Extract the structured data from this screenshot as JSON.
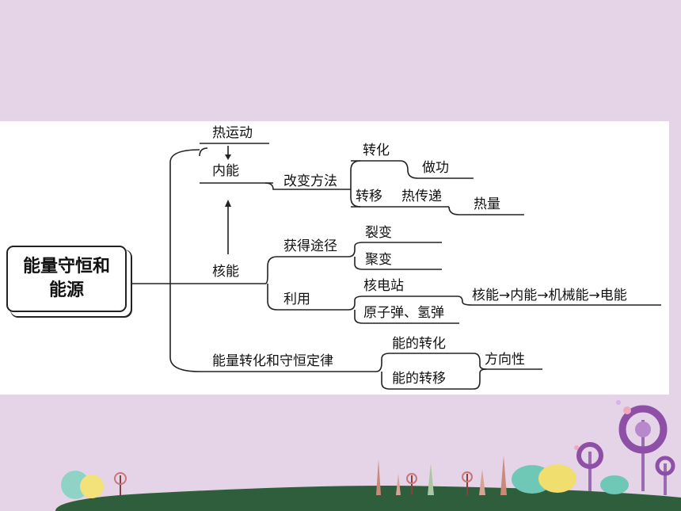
{
  "root": {
    "line1": "能量守恒和",
    "line2": "能源"
  },
  "nodes": {
    "thermal_motion": "热运动",
    "internal_energy": "内能",
    "change_methods": "改变方法",
    "conversion": "转化",
    "work": "做功",
    "transfer": "转移",
    "heat_transfer": "热传递",
    "heat": "热量",
    "nuclear_energy": "核能",
    "ways_to_obtain": "获得途径",
    "fission": "裂变",
    "fusion": "聚变",
    "utilization": "利用",
    "nuclear_power_station": "核电站",
    "atomic_bomb": "原子弹、氢弹",
    "energy_chain": "核能→内能→机械能→电能",
    "conservation_law": "能量转化和守恒定律",
    "energy_conversion": "能的转化",
    "energy_transfer": "能的转移",
    "directionality": "方向性"
  },
  "colors": {
    "background": "#e5d3e8",
    "panel": "#ffffff",
    "line": "#222222",
    "ground": "#2f5e3c"
  }
}
